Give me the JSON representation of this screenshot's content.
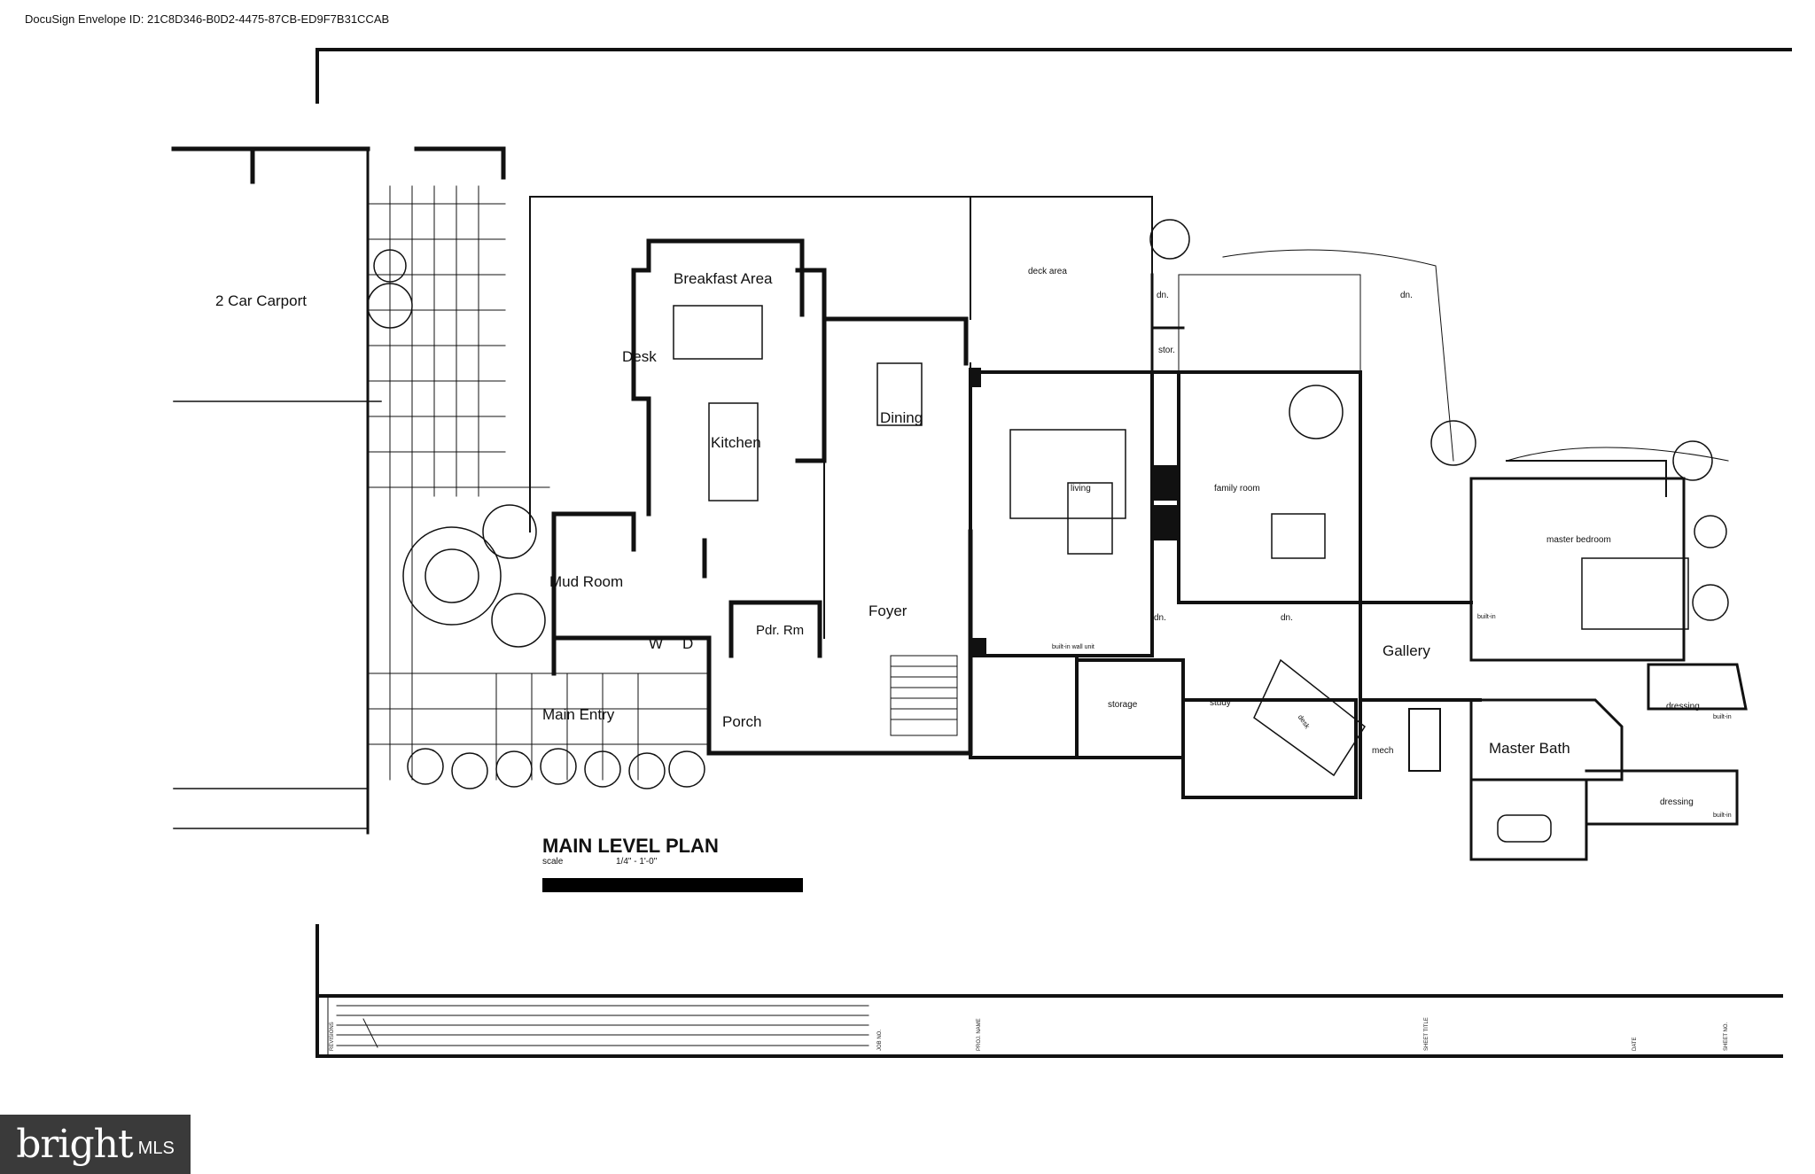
{
  "envelope": "DocuSign Envelope ID: 21C8D346-B0D2-4475-87CB-ED9F7B31CCAB",
  "plan": {
    "title": "MAIN LEVEL PLAN",
    "scale_label": "scale",
    "scale_value": "1/4\" - 1'-0\"",
    "rooms": {
      "carport": "2 Car Carport",
      "breakfast": "Breakfast Area",
      "desk": "Desk",
      "kitchen": "Kitchen",
      "dining": "Dining",
      "mud_room": "Mud Room",
      "washer": "W",
      "dryer": "D",
      "powder": "Pdr. Rm",
      "foyer": "Foyer",
      "main_entry": "Main Entry",
      "porch": "Porch",
      "deck_area": "deck area",
      "living": "living",
      "built_in_wall_unit": "built-in wall unit",
      "family_room": "family room",
      "stor": "stor.",
      "dn1": "dn.",
      "dn2": "dn.",
      "dn3": "dn.",
      "dn4": "dn.",
      "storage": "storage",
      "study": "study",
      "desk2": "desk",
      "mech": "mech",
      "gallery": "Gallery",
      "master_bedroom": "master bedroom",
      "built_in_1": "built-in",
      "built_in_2": "built-in",
      "built_in_3": "built-in",
      "dressing_1": "dressing",
      "dressing_2": "dressing",
      "master_bath": "Master Bath"
    }
  },
  "title_block": {
    "revisions": "REVISIONS",
    "job_no": "JOB NO.",
    "proj_name": "PROJ. NAME",
    "sheet_title": "SHEET TITLE",
    "date": "DATE",
    "sheet_no": "SHEET NO."
  },
  "watermark": {
    "brand": "bright",
    "suffix": "MLS"
  }
}
